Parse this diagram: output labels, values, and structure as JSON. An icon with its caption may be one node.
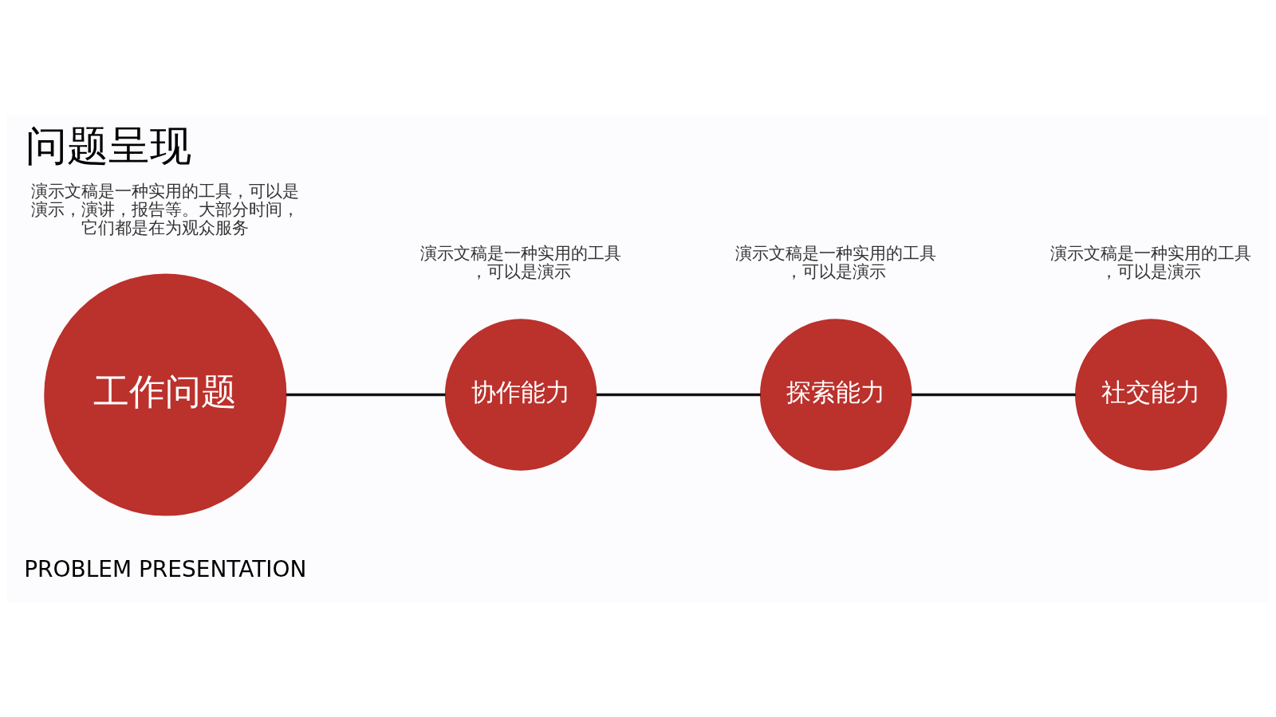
{
  "diagram": {
    "title": "问题呈现",
    "nodes": [
      {
        "text": [
          "工作问题"
        ],
        "beside": [
          "演示文稿是一种实用的工具，可以是演示，演讲，报告等。大部分时间，它们都是在为观众服务"
        ]
      },
      {
        "text": [
          "协作能力"
        ],
        "beside": [
          "演示文稿是一种实用的工具，可以是演示"
        ]
      },
      {
        "text": [
          "探索能力"
        ],
        "beside": [
          "演示文稿是一种实用的工具，可以是演示"
        ]
      },
      {
        "text": [
          "社交能力"
        ],
        "beside": [
          "演示文稿是一种实用的工具，可以是演示"
        ]
      }
    ],
    "edges": [
      {
        "from": 0,
        "to": 1,
        "arrow": "none"
      },
      {
        "from": 1,
        "to": 2,
        "arrow": "none"
      },
      {
        "from": 2,
        "to": 3,
        "arrow": "none"
      }
    ],
    "labels": [
      "PROBLEM PRESENTATION"
    ]
  }
}
